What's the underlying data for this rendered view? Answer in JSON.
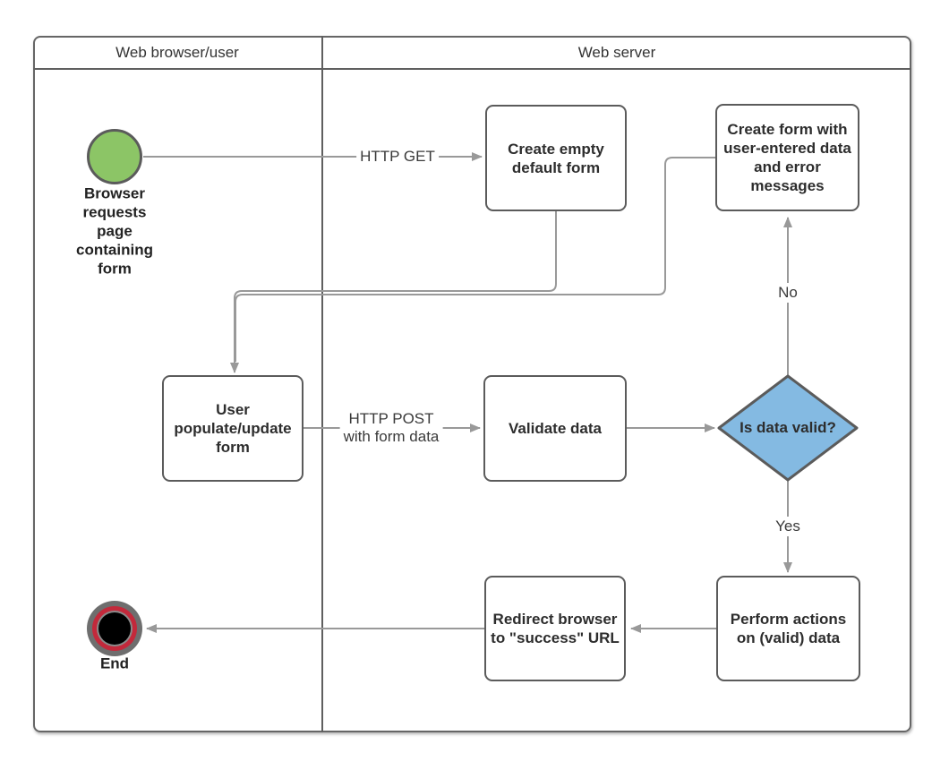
{
  "diagram": {
    "lanes": [
      {
        "title": "Web browser/user"
      },
      {
        "title": "Web server"
      }
    ],
    "nodes": {
      "start": {
        "label": "Browser\nrequests\npage\ncontaining\nform"
      },
      "create_empty_form": {
        "label": "Create empty\ndefault form"
      },
      "create_error_form": {
        "label": "Create form with\nuser-entered data\nand error\nmessages"
      },
      "user_populate_form": {
        "label": "User\npopulate/update\nform"
      },
      "validate_data": {
        "label": "Validate data"
      },
      "decision": {
        "label": "Is data valid?"
      },
      "perform_actions": {
        "label": "Perform actions\non (valid) data"
      },
      "redirect_browser": {
        "label": "Redirect browser\nto \"success\" URL"
      },
      "end": {
        "label": "End"
      }
    },
    "edges": {
      "http_get": {
        "label": "HTTP GET"
      },
      "http_post": {
        "label": "HTTP POST\nwith form data"
      },
      "no_branch": {
        "label": "No"
      },
      "yes_branch": {
        "label": "Yes"
      }
    },
    "colors": {
      "start_fill": "#8CC566",
      "decision_fill": "#84BAE2",
      "end_ring_red": "#C3293B",
      "end_ring_gray": "#6E6E6E",
      "connector_gray": "#999999",
      "shape_border": "#5B5B5B",
      "frame_border": "#666666"
    }
  }
}
